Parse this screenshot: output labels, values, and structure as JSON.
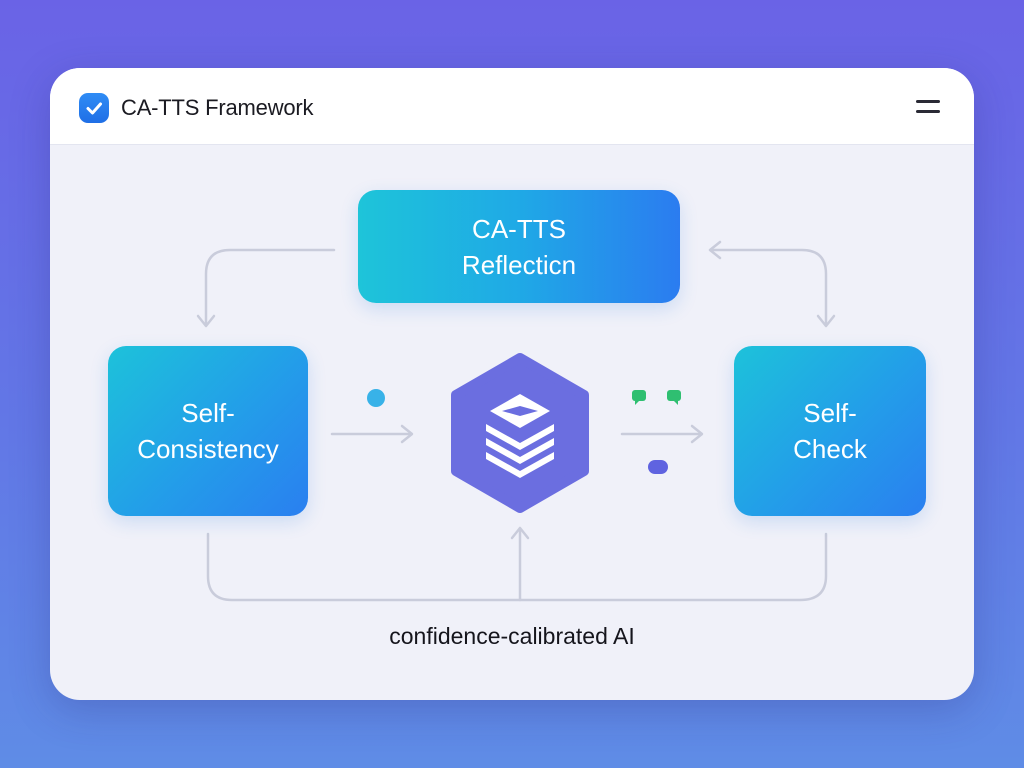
{
  "window": {
    "title": "CA-TTS Framework",
    "icons": {
      "app": "check-badge-icon",
      "menu": "menu-icon",
      "center": "stacked-layers-icon"
    }
  },
  "diagram": {
    "nodes": {
      "top": {
        "line1": "CA-TTS",
        "line2": "Reflecticn"
      },
      "left": {
        "line1": "Self-",
        "line2": "Consistency"
      },
      "right": {
        "line1": "Self-",
        "line2": "Check"
      }
    },
    "footer": "confidence-calibrated AI"
  },
  "colors": {
    "background_top": "#6a63e6",
    "background_bottom": "#5f8ce6",
    "panel": "#f0f1f9",
    "node_start": "#1ec4d9",
    "node_end": "#2b7cf0",
    "hub": "#6b6ee0",
    "connector": "#c9ccdb",
    "chat_green": "#2fbf71"
  }
}
